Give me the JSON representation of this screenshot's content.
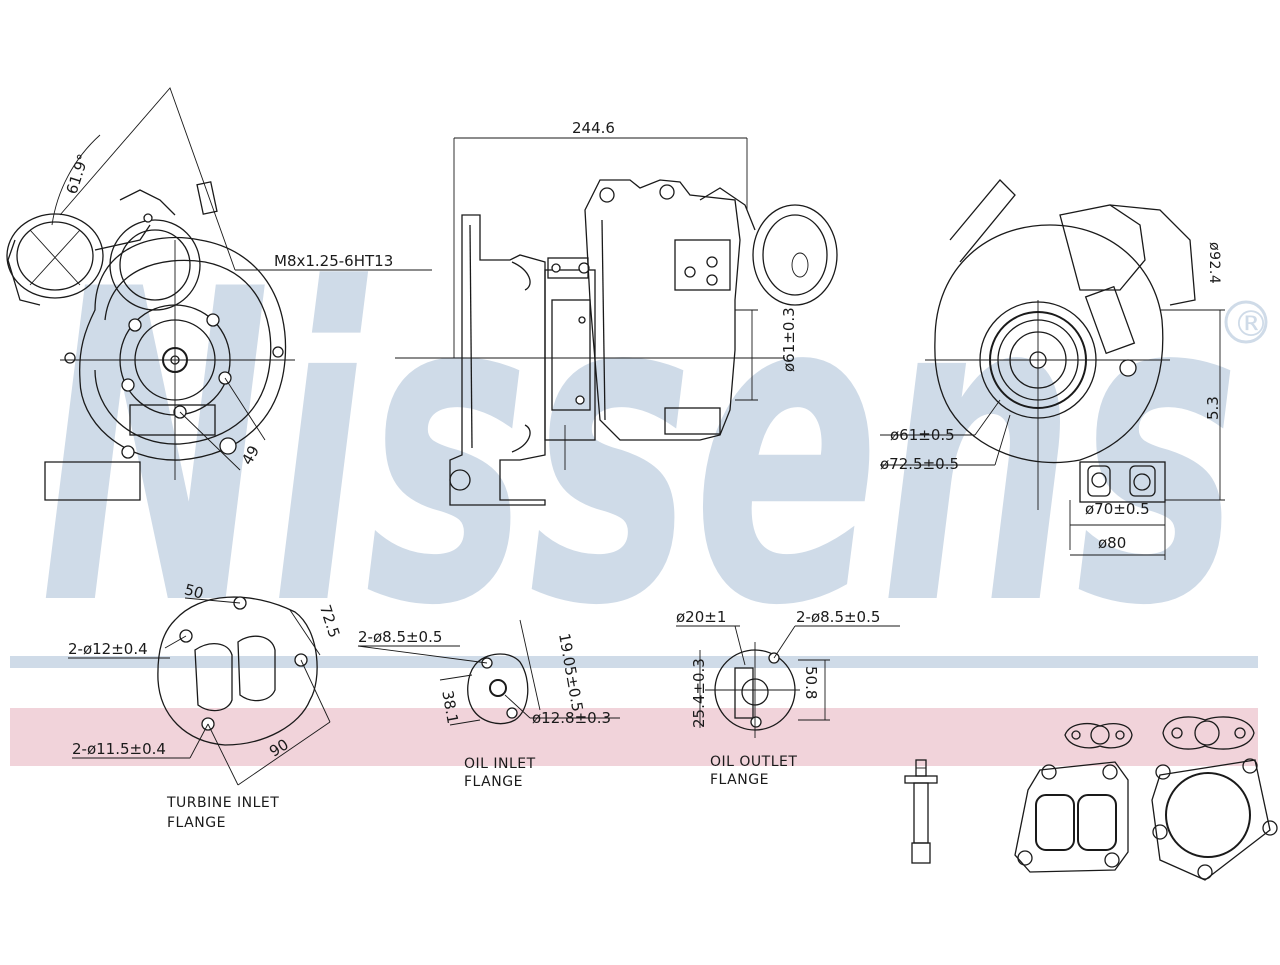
{
  "watermark": {
    "text": "Nissens",
    "registered_mark": "®",
    "colors": {
      "text": "#cfdbe8",
      "blue_band": "#cfdbe8",
      "pink_band": "#f1d3da"
    }
  },
  "front_view": {
    "angle_label": "61.9°",
    "thread_label": "M8x1.25-6HT13",
    "dim_49": "49"
  },
  "side_view": {
    "length_label": "244.6",
    "dia_61_label": "ø61±0.3"
  },
  "rear_view": {
    "dia_61_label": "ø61±0.5",
    "dia_72_label": "ø72.5±0.5",
    "dia_70_label": "ø70±0.5",
    "dia_80_label": "ø80",
    "dim_53_label": "5.3",
    "right_vert_label": "ø92.4"
  },
  "turbine_inlet_flange": {
    "dim_50": "50",
    "dim_72": "72.5",
    "dim_90": "90",
    "holes_top": "2-ø12±0.4",
    "holes_bottom": "2-ø11.5±0.4",
    "caption_line1": "TURBINE INLET",
    "caption_line2": "FLANGE"
  },
  "oil_inlet_flange": {
    "holes": "2-ø8.5±0.5",
    "dim_19": "19.05±0.5",
    "dim_38": "38.1",
    "bore": "ø12.8±0.3",
    "caption_line1": "OIL INLET",
    "caption_line2": "FLANGE"
  },
  "oil_outlet_flange": {
    "bore": "ø20±1",
    "holes": "2-ø8.5±0.5",
    "dim_254": "25.4±0.3",
    "dim_508": "50.8",
    "caption_line1": "OIL OUTLET",
    "caption_line2": "FLANGE"
  }
}
